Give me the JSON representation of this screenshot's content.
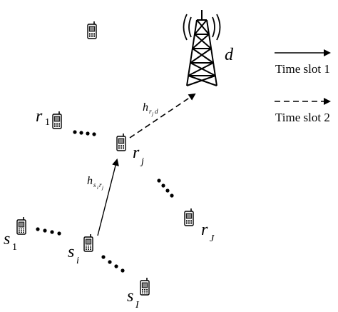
{
  "diagram": {
    "destination": {
      "label": "d"
    },
    "relays": [
      {
        "label": "r",
        "sub": "1"
      },
      {
        "label": "r",
        "sub": "j"
      },
      {
        "label": "r",
        "sub": "J"
      }
    ],
    "sources": [
      {
        "label": "s",
        "sub": "1"
      },
      {
        "label": "s",
        "sub": "i"
      },
      {
        "label": "s",
        "sub": "I"
      }
    ],
    "channels": {
      "source_to_relay": {
        "label": "h",
        "sub": "s",
        "subsub_1": "i",
        "subsub_2": "r",
        "subsub_3": "j"
      },
      "relay_to_destination": {
        "label": "h",
        "sub": "r",
        "subsub": "j",
        "sub2": "d"
      }
    },
    "legend": {
      "slot1": "Time slot 1",
      "slot2": "Time slot 2"
    },
    "icons": [
      "phone-icon",
      "tower-icon",
      "arrow-solid",
      "arrow-dashed",
      "ellipsis-dots"
    ]
  }
}
